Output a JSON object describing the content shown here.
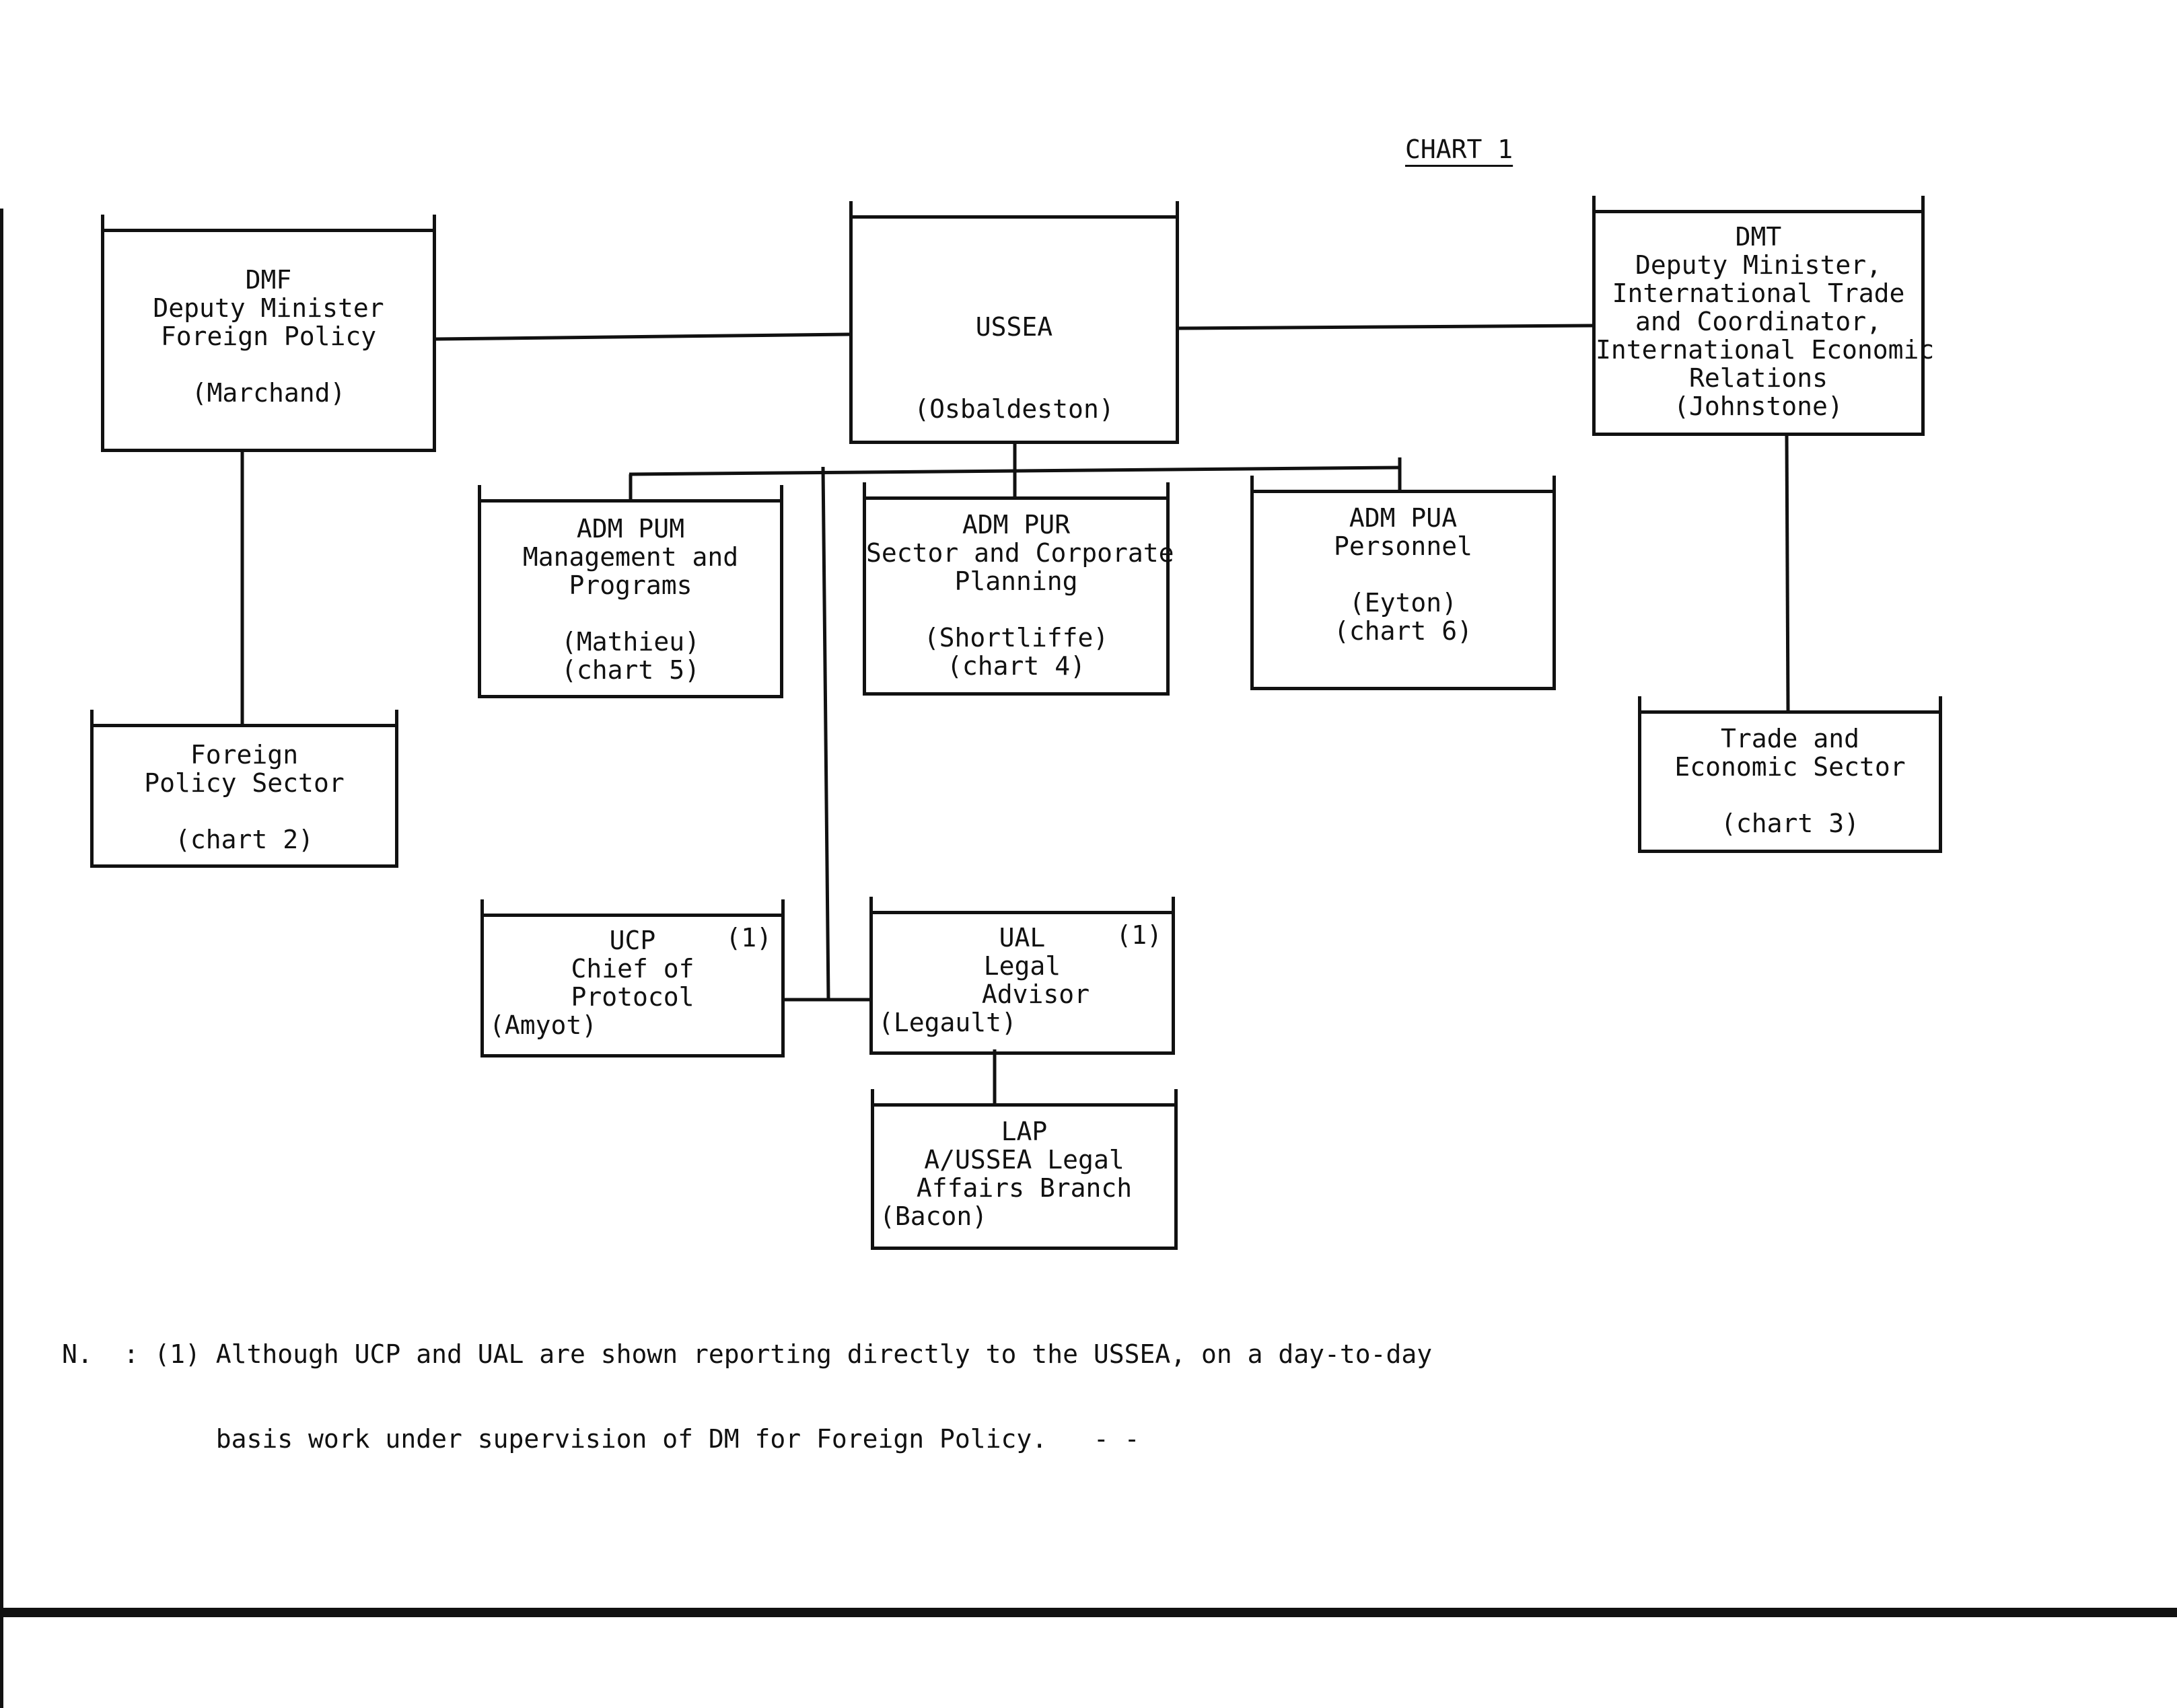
{
  "title": "CHART 1",
  "boxes": {
    "dmf": [
      "DMF",
      "Deputy Minister",
      "Foreign Policy",
      "",
      "(Marchand)"
    ],
    "ussea": [
      "USSEA",
      "",
      "(Osbaldeston)"
    ],
    "dmt": [
      "DMT",
      "Deputy Minister,",
      "International Trade",
      "and Coordinator,",
      "International Economic",
      "Relations",
      "(Johnstone)"
    ],
    "adm_pum": [
      "ADM PUM",
      "Management and",
      "Programs",
      "",
      "(Mathieu)",
      "(chart 5)"
    ],
    "adm_pur": [
      "ADM PUR",
      "Sector and Corporate",
      "Planning",
      "",
      "(Shortliffe)",
      "(chart 4)"
    ],
    "adm_pua": [
      "ADM PUA",
      "Personnel",
      "",
      "",
      "(Eyton)",
      "(chart 6)"
    ],
    "foreign_policy_sector": [
      "Foreign",
      "Policy Sector",
      "",
      "(chart 2)"
    ],
    "trade_economic_sector": [
      "Trade and",
      "Economic Sector",
      "",
      "(chart 3)"
    ],
    "ucp": [
      "UCP",
      "Chief of",
      "Protocol",
      "(Amyot)"
    ],
    "ucp_note": "(1)",
    "ual": [
      "UAL",
      "Legal",
      "Advisor",
      "(Legault)"
    ],
    "ual_note": "(1)",
    "lap": [
      "LAP",
      "A/USSEA Legal",
      "Affairs Branch",
      "(Bacon)"
    ]
  },
  "footnote": [
    "N.  : (1) Although UCP and UAL are shown reporting directly to the USSEA, on a day-to-day",
    "          basis work under supervision of DM for Foreign Policy.   - -"
  ]
}
